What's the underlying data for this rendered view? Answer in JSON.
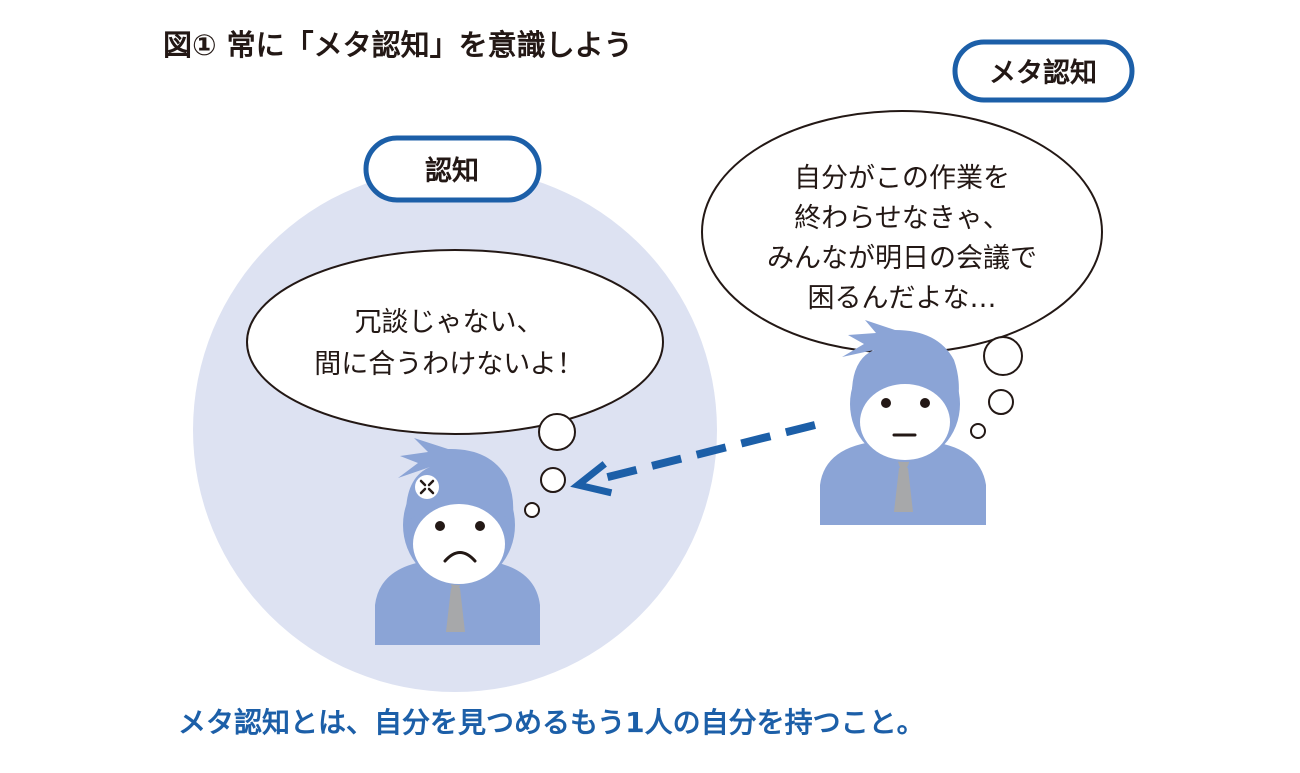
{
  "title": "図① 常に「メタ認知」を意識しよう",
  "labels": {
    "cognition": "認知",
    "metacognition": "メタ認知"
  },
  "bubbles": {
    "cognition_lines": [
      "冗談じゃない、",
      "間に合うわけないよ！"
    ],
    "metacognition_lines": [
      "自分がこの作業を",
      "終わらせなきゃ、",
      "みんなが明日の会議で",
      "困るんだよな…"
    ]
  },
  "caption": "メタ認知とは、自分を見つめるもう1人の自分を持つこと。",
  "colors": {
    "circle_fill": "#dde2f2",
    "person_fill": "#8ba4d6",
    "pill_border": "#1c5fa8",
    "arrow": "#1c5fa8",
    "tie": "#a7a8aa",
    "text_dark": "#231815",
    "caption_text": "#1c5fa8"
  }
}
